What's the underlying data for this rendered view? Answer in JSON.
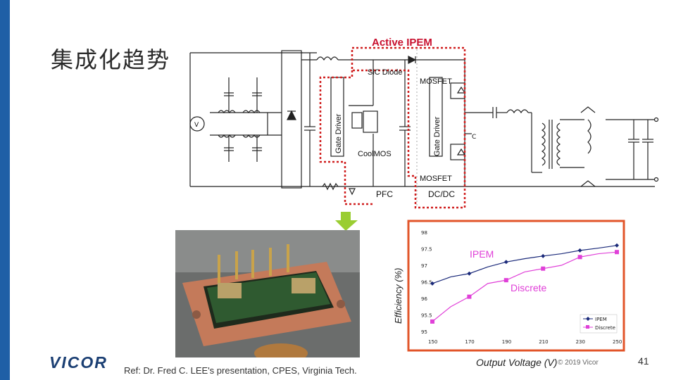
{
  "slide": {
    "title": "集成化趋势",
    "reference": "Ref: Dr. Fred C. LEE's presentation, CPES, Virginia Tech.",
    "logo": "VICOR",
    "copyright": "© 2019 Vicor",
    "page_number": "41"
  },
  "schematic": {
    "active_ipem_label": "Active IPEM",
    "sic_diode_label": "SiC Diode",
    "mosfet_top_label": "MOSFET",
    "mosfet_bottom_label": "MOSFET",
    "gate_driver_left_label": "Gate Driver",
    "gate_driver_right_label": "Gate Driver",
    "coolmos_label": "CoolMOS",
    "pfc_label": "PFC",
    "dcdc_label": "DC/DC",
    "vin_label": "V",
    "c_label": "C"
  },
  "colors": {
    "accent_blue": "#1f5fa6",
    "ipem_border": "#d01f1f",
    "chart_border": "#e2552a",
    "ipem_series": "#1b2a7a",
    "discrete_series": "#e040d8",
    "arrow": "#9acd32"
  },
  "chart_data": {
    "type": "line",
    "xlabel": "Output Voltage (V)",
    "ylabel": "Efficiency (%)",
    "xlim": [
      150,
      250
    ],
    "ylim": [
      95,
      98
    ],
    "x_ticks": [
      "150",
      "170",
      "190",
      "210",
      "230",
      "250"
    ],
    "y_ticks": [
      "98",
      "97.5",
      "97",
      "96.5",
      "96",
      "95.5",
      "95"
    ],
    "annotations": [
      "IPEM",
      "Discrete"
    ],
    "legend": [
      "IPEM",
      "Discrete"
    ],
    "legend_position": "bottom-right",
    "series": [
      {
        "name": "IPEM",
        "x": [
          150,
          160,
          170,
          180,
          190,
          200,
          210,
          220,
          230,
          240,
          250
        ],
        "values": [
          96.45,
          96.65,
          96.75,
          96.95,
          97.1,
          97.2,
          97.28,
          97.35,
          97.45,
          97.52,
          97.6
        ]
      },
      {
        "name": "Discrete",
        "x": [
          150,
          160,
          170,
          180,
          190,
          200,
          210,
          220,
          230,
          240,
          250
        ],
        "values": [
          95.3,
          95.75,
          96.05,
          96.45,
          96.55,
          96.8,
          96.9,
          97.0,
          97.25,
          97.35,
          97.4
        ]
      }
    ]
  }
}
